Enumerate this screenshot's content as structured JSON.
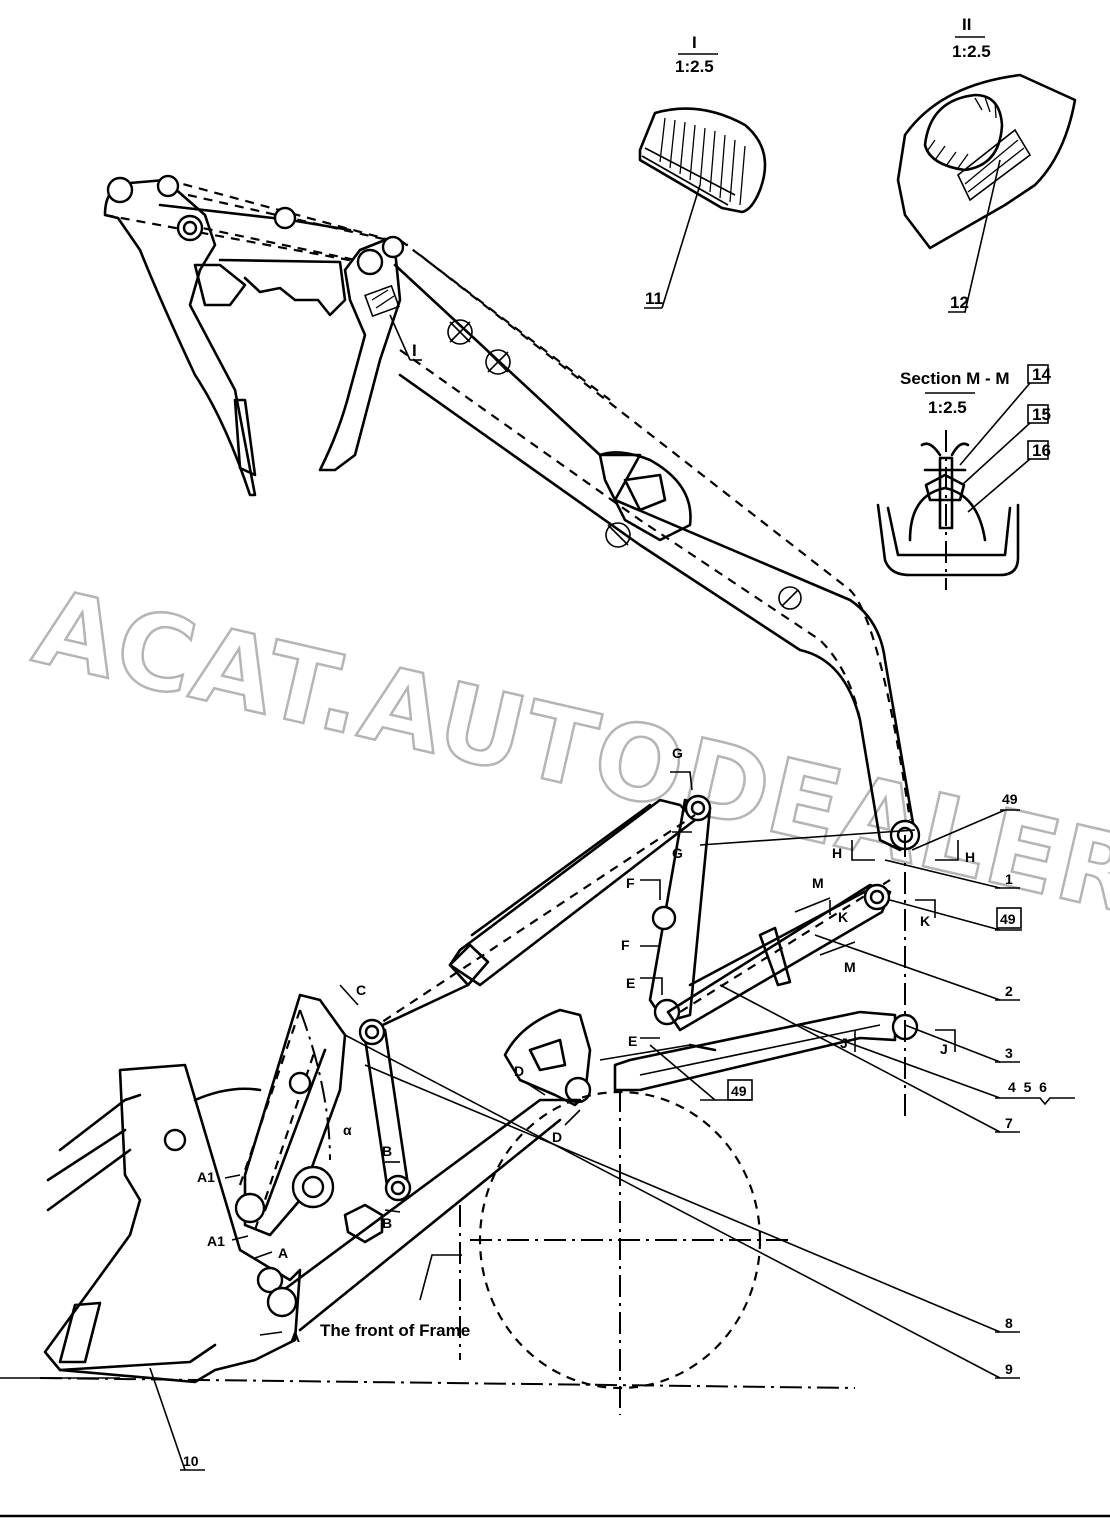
{
  "detail_views": {
    "I": {
      "label": "I",
      "scale": "1:2.5"
    },
    "II": {
      "label": "II",
      "scale": "1:2.5"
    },
    "section": {
      "title": "Section M - M",
      "scale": "1:2.5"
    }
  },
  "callouts": {
    "c1": "1",
    "c2": "2",
    "c3": "3",
    "c456": "4  5  6",
    "c7": "7",
    "c8": "8",
    "c9": "9",
    "c10": "10",
    "c11": "11",
    "c12": "12",
    "c14": "14",
    "c15": "15",
    "c16": "16",
    "c49a": "49",
    "c49b": "49",
    "c49c": "49",
    "detail_I": "I"
  },
  "section_letters": {
    "A": "A",
    "A1": "A1",
    "B": "B",
    "C": "C",
    "D": "D",
    "E": "E",
    "F": "F",
    "G": "G",
    "H": "H",
    "J": "J",
    "K": "K",
    "M": "M",
    "alpha": "α"
  },
  "annotation": {
    "frame_front": "The front of Frame"
  },
  "watermark": "ACAT.AUTODEALER.RU"
}
